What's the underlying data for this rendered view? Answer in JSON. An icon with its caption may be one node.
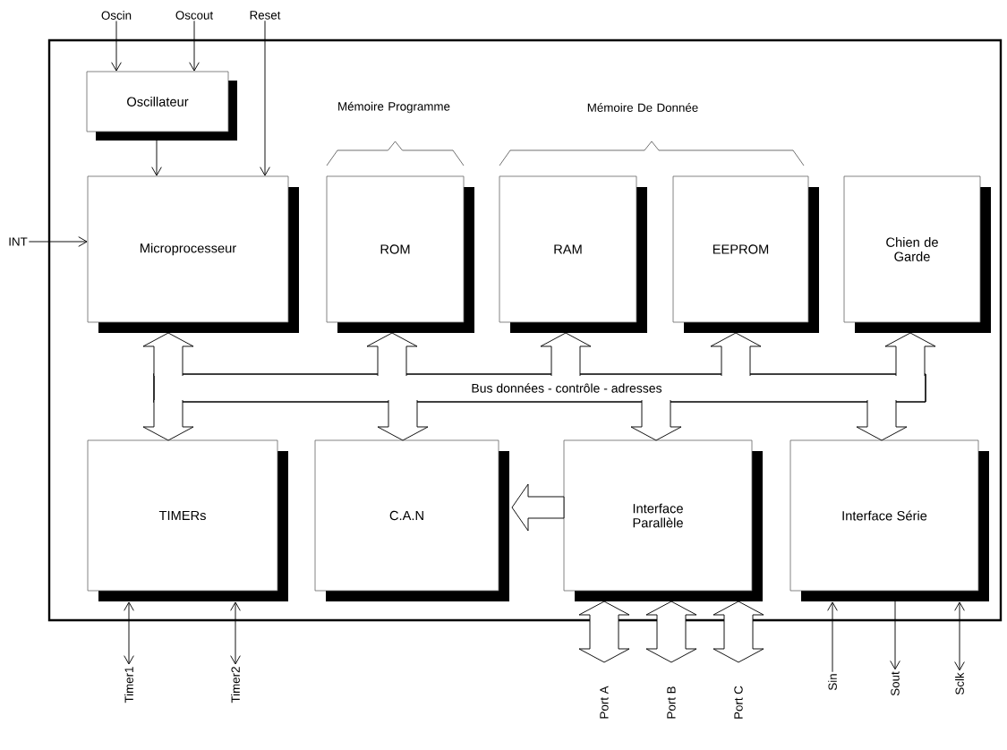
{
  "diagram": {
    "nodes": [
      {
        "text": [],
        "shape": "box"
      },
      {
        "text": [
          "Oscillateur"
        ],
        "in": 0
      },
      {
        "text": [
          "Microprocesseur"
        ],
        "in": 0
      },
      {
        "text": [
          "ROM"
        ],
        "in": 0
      },
      {
        "text": [
          "RAM"
        ],
        "in": 0
      },
      {
        "text": [
          "EEPROM"
        ],
        "in": 0
      },
      {
        "text": [
          "Chien de Garde"
        ],
        "in": 0
      },
      {
        "text": [
          "Bus données - contrôle - adresses"
        ],
        "in": 0
      },
      {
        "text": [
          "TIMERs"
        ],
        "in": 0
      },
      {
        "text": [
          "C.A.N"
        ],
        "in": 0
      },
      {
        "text": [
          "Interface Parallèle"
        ],
        "in": 0
      },
      {
        "text": [
          "Interface Série"
        ],
        "in": 0
      },
      {
        "text": [
          "Oscin"
        ]
      },
      {
        "text": [
          "Oscout"
        ]
      },
      {
        "text": [
          "Reset"
        ]
      },
      {
        "text": [
          "INT"
        ]
      },
      {
        "text": [
          "Timer1"
        ]
      },
      {
        "text": [
          "Timer2"
        ]
      },
      {
        "text": [
          "Port A"
        ]
      },
      {
        "text": [
          "Port B"
        ]
      },
      {
        "text": [
          "Port C"
        ]
      },
      {
        "text": [
          "Sin"
        ]
      },
      {
        "text": [
          "Sout"
        ]
      },
      {
        "text": [
          "Sclk"
        ]
      }
    ],
    "edges": [
      {
        "from": 12,
        "to": 1,
        "arrow": "to"
      },
      {
        "from": 13,
        "to": 1,
        "arrow": "to"
      },
      {
        "from": 1,
        "to": 2,
        "arrow": "to"
      },
      {
        "from": 14,
        "to": 2,
        "arrow": "to"
      },
      {
        "from": 15,
        "to": 2,
        "arrow": "to"
      },
      {
        "from": 7,
        "to": 2,
        "arrow": "to",
        "style": "thick"
      },
      {
        "from": 7,
        "to": 3,
        "arrow": "to",
        "style": "thick"
      },
      {
        "from": 7,
        "to": 4,
        "arrow": "to",
        "style": "thick"
      },
      {
        "from": 7,
        "to": 5,
        "arrow": "to",
        "style": "thick"
      },
      {
        "from": 7,
        "to": 6,
        "arrow": "to",
        "style": "thick"
      },
      {
        "from": 7,
        "to": 8,
        "arrow": "to",
        "style": "thick"
      },
      {
        "from": 7,
        "to": 9,
        "arrow": "to",
        "style": "thick"
      },
      {
        "from": 7,
        "to": 10,
        "arrow": "to",
        "style": "thick"
      },
      {
        "from": 7,
        "to": 11,
        "arrow": "to",
        "style": "thick"
      },
      {
        "from": 10,
        "to": 9,
        "arrow": "to",
        "style": "thick"
      },
      {
        "from": 10,
        "to": 18,
        "arrow": "both",
        "style": "thick"
      },
      {
        "from": 10,
        "to": 19,
        "arrow": "both",
        "style": "thick"
      },
      {
        "from": 10,
        "to": 20,
        "arrow": "both",
        "style": "thick"
      },
      {
        "from": 8,
        "to": 16,
        "arrow": "both"
      },
      {
        "from": 8,
        "to": 17,
        "arrow": "both"
      },
      {
        "from": 21,
        "to": 11,
        "arrow": "to"
      },
      {
        "from": 11,
        "to": 22,
        "arrow": "to"
      },
      {
        "from": 11,
        "to": 23,
        "arrow": "both"
      }
    ],
    "labels": [
      "Mémoire Programme",
      "Mémoire De Donnée"
    ]
  }
}
